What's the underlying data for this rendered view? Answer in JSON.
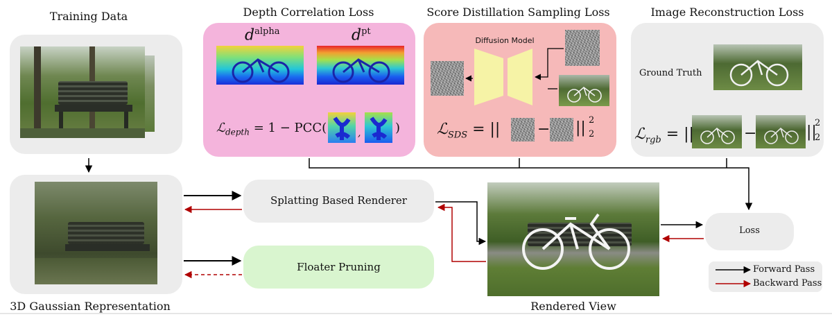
{
  "titles": {
    "training_data": "Training Data",
    "depth_loss": "Depth Correlation Loss",
    "sds_loss": "Score Distillation Sampling Loss",
    "recon_loss": "Image Reconstruction Loss",
    "gaussian_rep": "3D Gaussian Representation",
    "rendered_view": "Rendered View"
  },
  "depth": {
    "d_symbol": "d",
    "alpha_sup": "alpha",
    "pt_sup": "pt",
    "formula_lhs": "ℒ",
    "formula_sub": "depth",
    "formula_mid": "= 1 − PCC(",
    "formula_comma": ",",
    "formula_end": ")"
  },
  "sds": {
    "model_label": "Diffusion Model",
    "formula_lhs": "ℒ",
    "formula_sub": "SDS",
    "formula_eq": "= ||",
    "formula_minus": "−",
    "formula_norm": "||",
    "formula_sup": "2",
    "formula_subscript": "2"
  },
  "recon": {
    "ground_truth": "Ground Truth",
    "formula_lhs": "ℒ",
    "formula_sub": "rgb",
    "formula_eq": "= ||",
    "formula_minus": "−",
    "formula_norm": "||",
    "formula_sup": "2",
    "formula_subscript": "2"
  },
  "pipeline": {
    "renderer": "Splatting Based Renderer",
    "pruning": "Floater Pruning",
    "loss": "Loss"
  },
  "legend": {
    "forward": "Forward Pass",
    "backward": "Backward Pass"
  },
  "colors": {
    "forward": "#000000",
    "backward": "#b00000",
    "pink_panel": "#f4b4dc",
    "salmon_panel": "#f6b9b9",
    "gray_panel": "#ececec",
    "green_box": "#d9f5cf",
    "diffusion_block": "#f6f3a6"
  }
}
